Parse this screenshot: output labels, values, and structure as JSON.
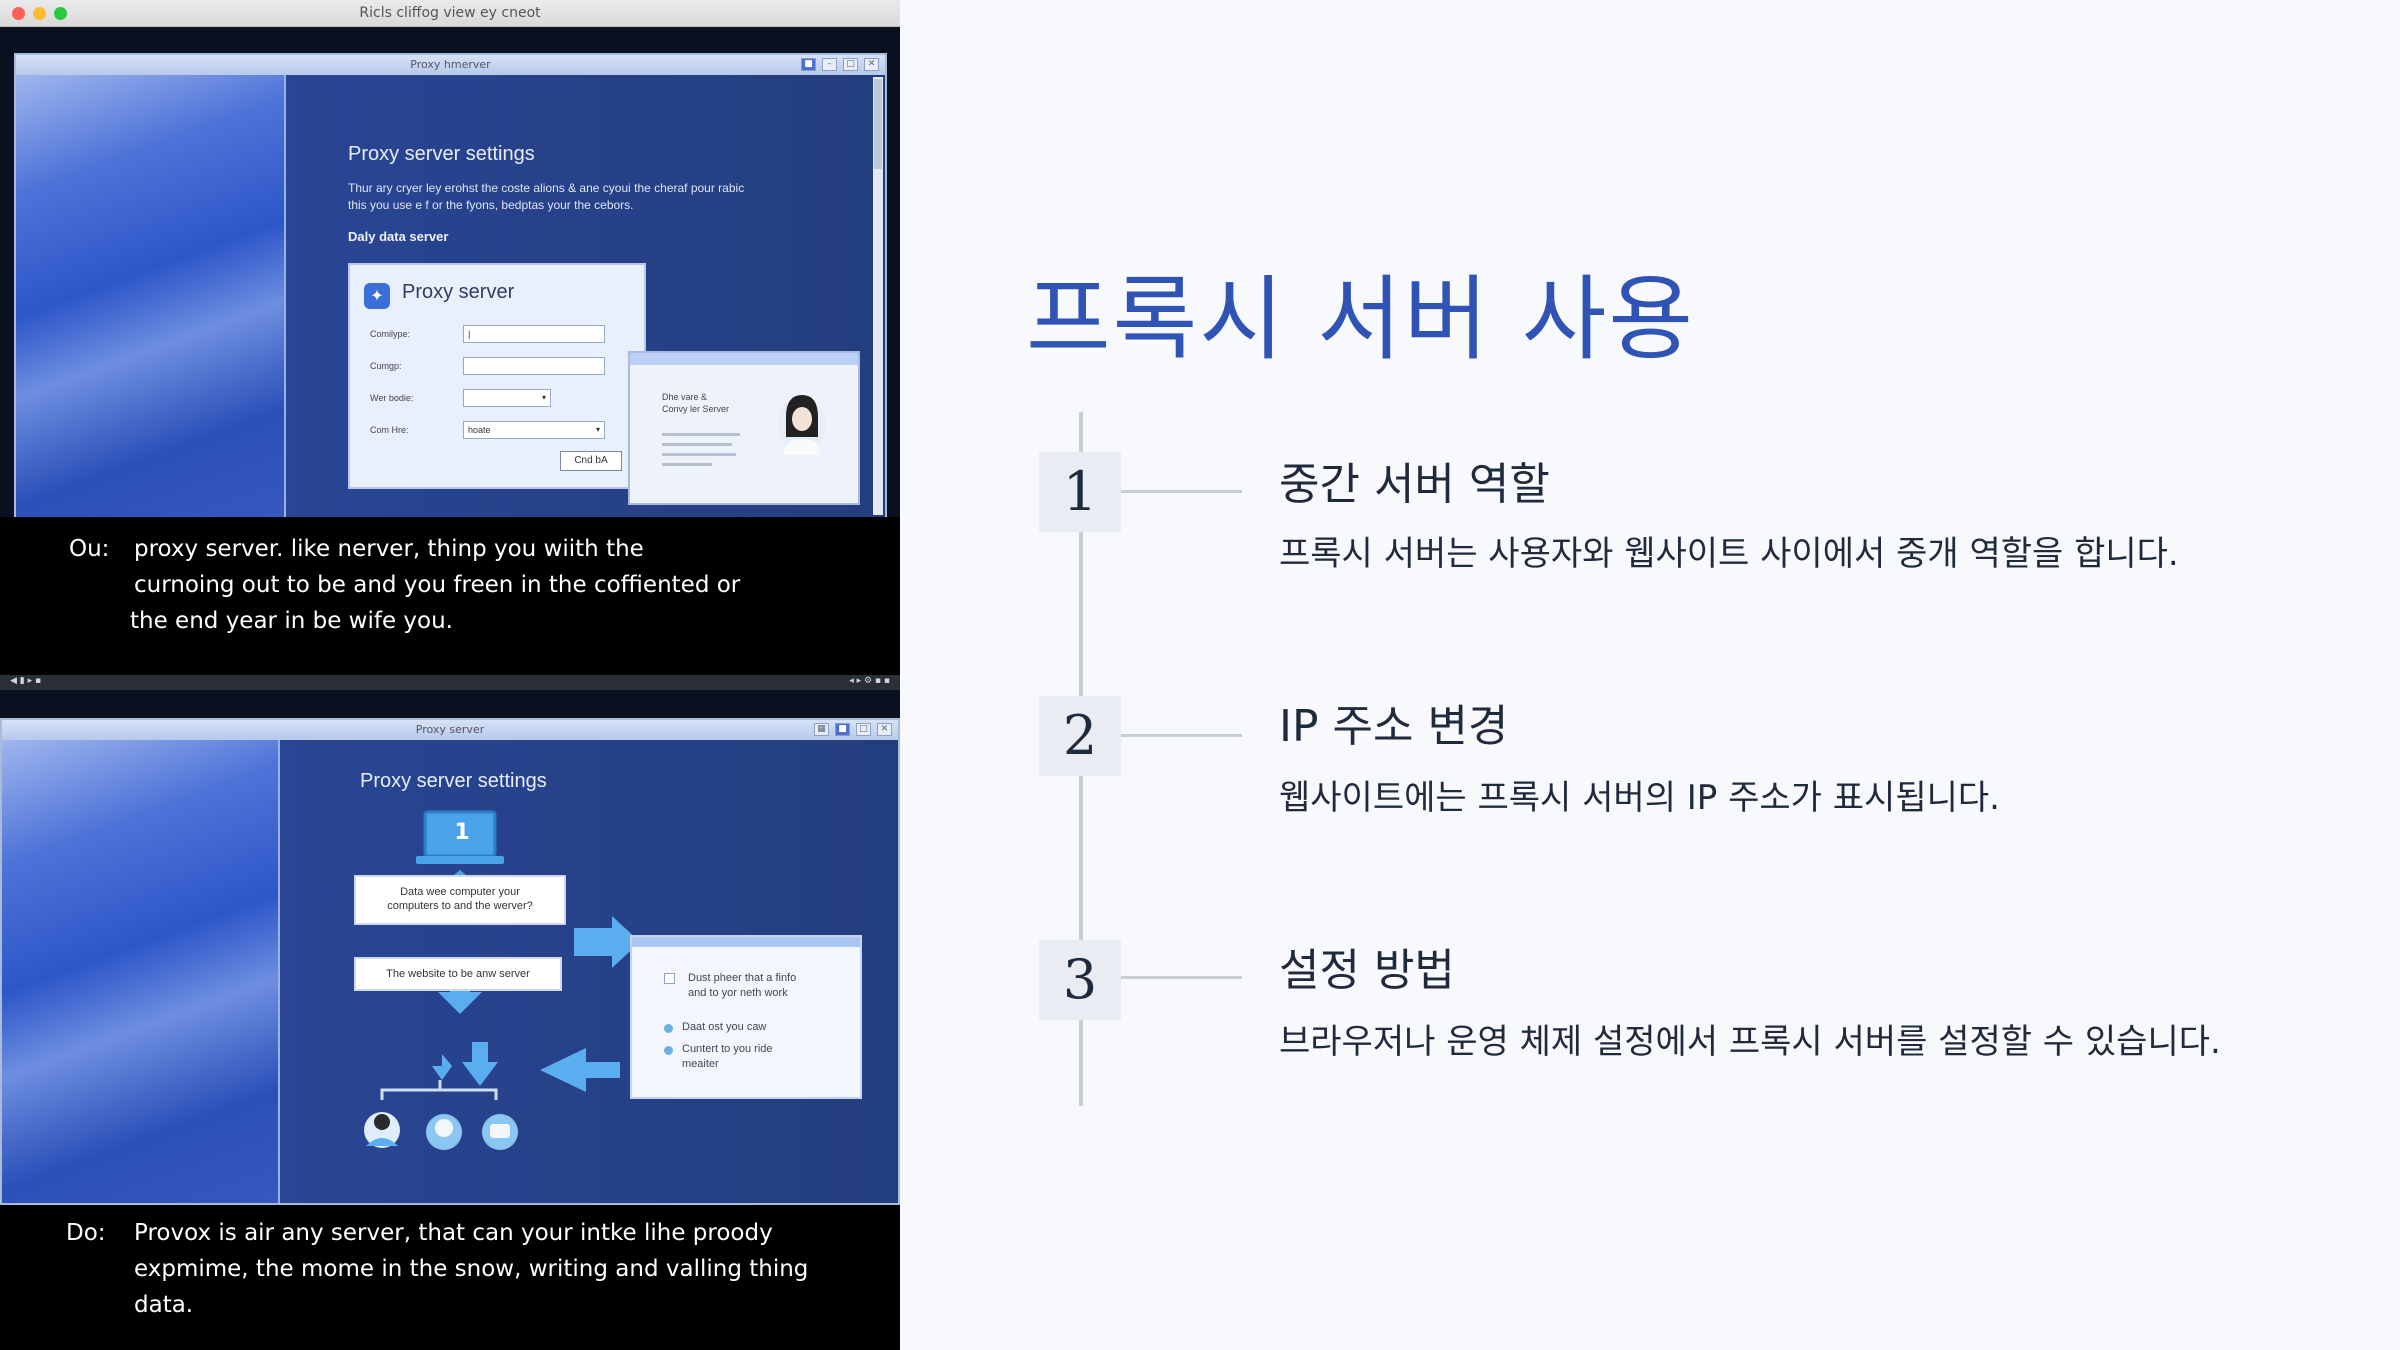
{
  "window": {
    "title": "Ricls cliffog view ey cneot"
  },
  "screenshot1": {
    "window_title": "Proxy hmerver",
    "settings_title": "Proxy server settings",
    "description_line1": "Thur ary cryer ley erohst the coste alions & ane cyoui the cheraf pour rabic",
    "description_line2": "this you use e f or the fyons, bedptas your the cebors.",
    "subheading": "Daly data server",
    "dialog": {
      "title": "Proxy server",
      "fields": [
        {
          "label": "Comilype:",
          "value": "|"
        },
        {
          "label": "Cumgp:",
          "value": ""
        },
        {
          "label": "Wer bodie:",
          "value": ""
        },
        {
          "label": "Com Hre:",
          "value": "hoate"
        }
      ],
      "ok_label": "Cnd bA"
    },
    "popup_text_line1": "Dhe vare &",
    "popup_text_line2": "Convy ler Server"
  },
  "caption1": {
    "speaker": "Ou:",
    "line1": "proxy server.  like nerver, thinp you wiith the",
    "line2": "curnoing out to be and you freen in the coffiented or",
    "line3": "the end year in be wife you."
  },
  "screenshot2": {
    "window_title": "Proxy server",
    "settings_title": "Proxy server settings",
    "step_number": "1",
    "box1_line1": "Data wee computer your",
    "box1_line2": "computers to and the werver?",
    "box2": "The website to be anw server",
    "note": {
      "line1": "Dust pheer that a finfo",
      "line2": "and to yor neth work",
      "line3": "Daat ost you caw",
      "line4": "Cuntert to you ride",
      "line5": "meaiter"
    }
  },
  "caption2": {
    "speaker": "Do:",
    "line1": "Provox is air any server, that can your intke lihe proody",
    "line2": "expmime, the mome in the snow, writing and valling thing",
    "line3": "data."
  },
  "slide": {
    "title": "프록시 서버 사용",
    "steps": [
      {
        "number": "1",
        "title": "중간 서버 역할",
        "description": "프록시 서버는 사용자와 웹사이트 사이에서 중개 역할을 합니다."
      },
      {
        "number": "2",
        "title": "IP 주소 변경",
        "description": "웹사이트에는 프록시 서버의 IP 주소가 표시됩니다."
      },
      {
        "number": "3",
        "title": "설정 방법",
        "description": "브라우저나 운영 체제 설정에서 프록시 서버를 설정할 수 있습니다."
      }
    ]
  },
  "colors": {
    "accent": "#2f54b6",
    "text": "#1f2a3c",
    "connector": "#c8ccd5",
    "step_box": "#e9ecf2"
  }
}
